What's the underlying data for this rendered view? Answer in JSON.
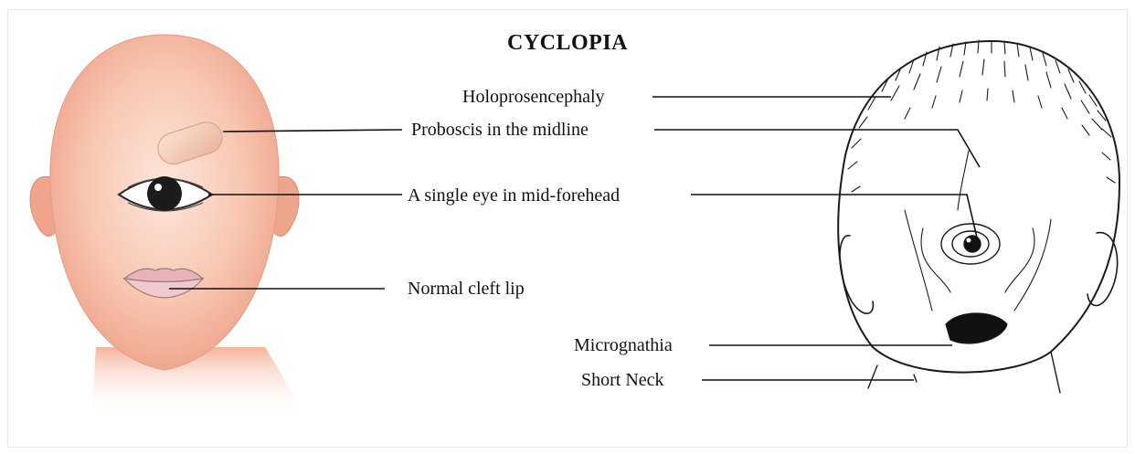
{
  "title": "CYCLOPIA",
  "labels": {
    "holoprosencephaly": "Holoprosencephaly",
    "proboscis": "Proboscis in the midline",
    "single_eye": "A single eye in mid-forehead",
    "cleft_lip": "Normal cleft lip",
    "micrognathia": "Micrognathia",
    "short_neck": "Short Neck"
  },
  "colors": {
    "skin": "#f4b49c",
    "skin_light": "#fbe0d4",
    "line": "#111111"
  }
}
